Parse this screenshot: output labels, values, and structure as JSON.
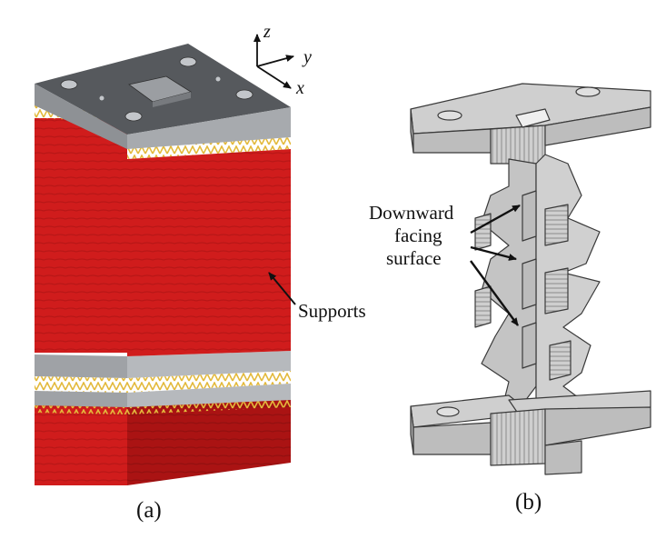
{
  "figure": {
    "panel_a": {
      "caption": "(a)",
      "axes": {
        "z": "z",
        "y": "y",
        "x": "x"
      },
      "annotation": "Supports",
      "colors": {
        "support": "#d01c1c",
        "support_dark": "#a91212",
        "plate_top": "#5a5d61",
        "plate_side": "#9c9fa3",
        "zigzag": "#e8c34a"
      }
    },
    "panel_b": {
      "caption": "(b)",
      "annotation_lines": [
        "Downward",
        "facing",
        "surface"
      ],
      "colors": {
        "face": "#c9c9c9",
        "face_light": "#d7d7d7",
        "face_dark": "#a9a9a9",
        "edge": "#3a3a3a"
      }
    }
  }
}
